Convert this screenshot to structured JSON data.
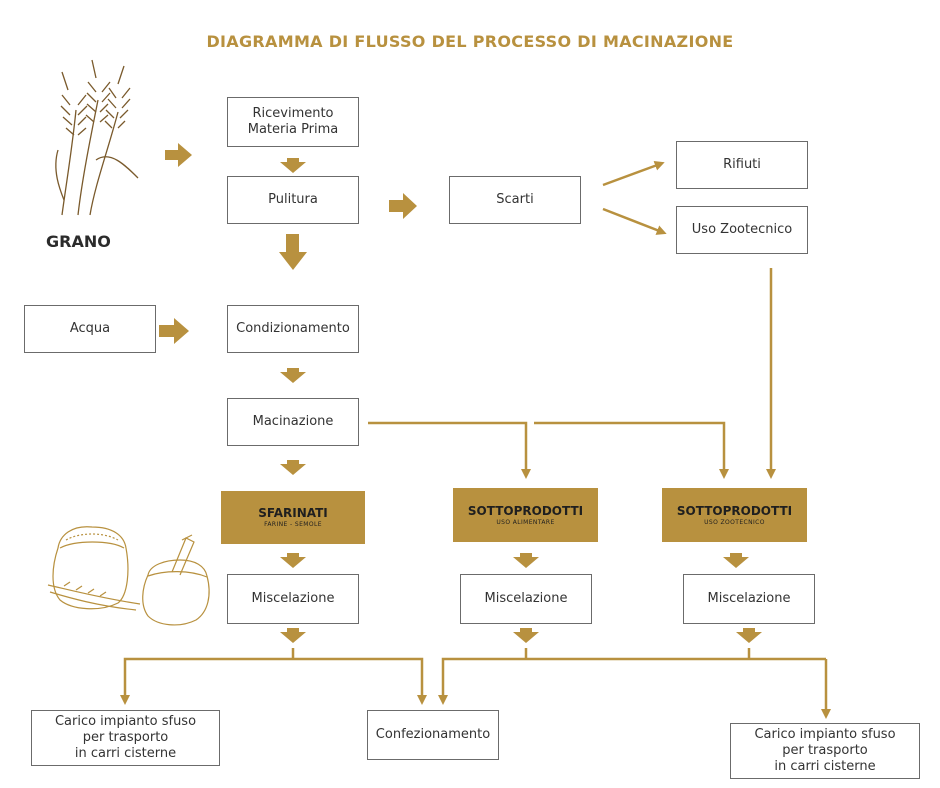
{
  "title": "DIAGRAMMA DI FLUSSO DEL PROCESSO DI MACINAZIONE",
  "grano_label": "GRANO",
  "colors": {
    "accent": "#b8913f",
    "border": "#6b6b6b",
    "text": "#333333"
  },
  "icons": [
    "wheat-illustration",
    "flour-sack-illustration"
  ],
  "nodes": {
    "ricevimento": "Ricevimento\nMateria Prima",
    "pulitura": "Pulitura",
    "scarti": "Scarti",
    "rifiuti": "Rifiuti",
    "uso_zootecnico": "Uso Zootecnico",
    "acqua": "Acqua",
    "condizionamento": "Condizionamento",
    "macinazione": "Macinazione",
    "sfarinati": {
      "title": "SFARINATI",
      "subtitle": "FARINE - SEMOLE"
    },
    "sottoprodotti_alimentare": {
      "title": "SOTTOPRODOTTI",
      "subtitle": "USO ALIMENTARE"
    },
    "sottoprodotti_zootecnico": {
      "title": "SOTTOPRODOTTI",
      "subtitle": "USO ZOOTECNICO"
    },
    "miscelazione_1": "Miscelazione",
    "miscelazione_2": "Miscelazione",
    "miscelazione_3": "Miscelazione",
    "carico_left": "Carico impianto sfuso\nper trasporto\nin carri cisterne",
    "confezionamento": "Confezionamento",
    "carico_right": "Carico impianto sfuso\nper trasporto\nin carri cisterne"
  }
}
